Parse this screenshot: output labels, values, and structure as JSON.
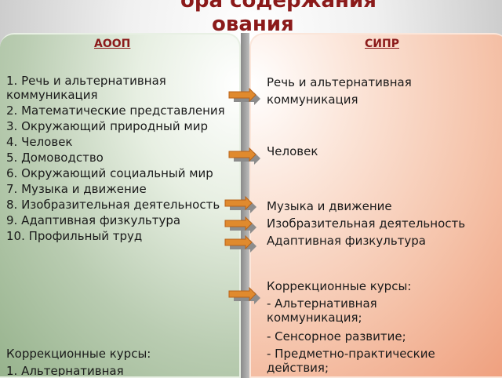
{
  "title": {
    "line1": "ора содержания",
    "line2": "ования"
  },
  "aoop": {
    "header": "АООП",
    "items": [
      "1. Речь и альтернативная коммуникация",
      "2. Математические представления",
      "3. Окружающий природный мир",
      "4. Человек",
      "5. Домоводство",
      "6. Окружающий социальный мир",
      "7. Музыка и движение",
      "8. Изобразительная деятельность",
      "9. Адаптивная физкультура",
      "10. Профильный труд"
    ],
    "correction_header": "Коррекционные курсы:",
    "correction_item1": "1. Альтернативная"
  },
  "sipr": {
    "header": "СИПР",
    "speech": "Речь и альтернативная коммуникация",
    "human": "Человек",
    "music": "Музыка и движение",
    "art": "Изобразительная деятельность",
    "pe": "Адаптивная физкультура",
    "correction_header": "Коррекционные курсы:",
    "correction_items": [
      "- Альтернативная коммуникация;",
      "- Сенсорное развитие;",
      "- Предметно-практические действия;"
    ]
  },
  "colors": {
    "title": "#8b1a1a",
    "arrow_fill": "#e08a2e",
    "arrow_shadow": "#8c8c8c"
  }
}
